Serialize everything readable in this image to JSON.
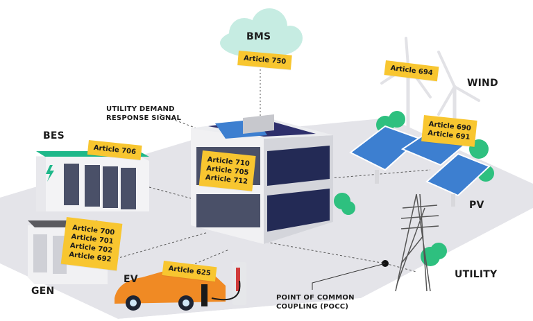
{
  "diagram": {
    "title": "Distributed energy system NEC article map",
    "colors": {
      "tag_fill": "#f8c630",
      "ground": "#e3e3e8",
      "cloud": "#bfe9dd",
      "battery_top": "#1fb88a",
      "solar": "#3d7fd0",
      "car": "#f08a24",
      "tree": "#2ec07f",
      "building_window": "#232a55"
    },
    "nodes": {
      "bms": {
        "label": "BMS",
        "articles": [
          "Article 750"
        ]
      },
      "demand_signal": {
        "label": "UTILITY DEMAND\nRESPONSE SIGNAL"
      },
      "building": {
        "articles": [
          "Article 710",
          "Article 705",
          "Article 712"
        ]
      },
      "bes": {
        "label": "BES",
        "articles": [
          "Article 706"
        ]
      },
      "gen": {
        "label": "GEN",
        "articles": [
          "Article 700",
          "Article 701",
          "Article 702",
          "Article 692"
        ]
      },
      "ev": {
        "label": "EV",
        "articles": [
          "Article 625"
        ]
      },
      "wind": {
        "label": "WIND",
        "articles": [
          "Article 694"
        ]
      },
      "pv": {
        "label": "PV",
        "articles": [
          "Article 690",
          "Article 691"
        ]
      },
      "utility": {
        "label": "UTILITY"
      },
      "pocc": {
        "label": "POINT OF COMMON\nCOUPLING (POCC)"
      }
    }
  }
}
